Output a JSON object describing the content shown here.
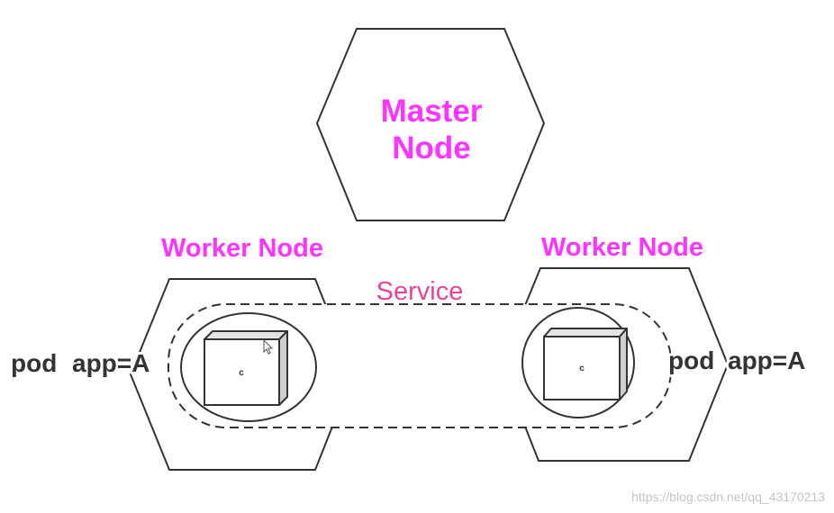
{
  "master_node": {
    "title_line1": "Master",
    "title_line2": "Node"
  },
  "worker_nodes": [
    {
      "label": "Worker Node",
      "pod_word": "pod",
      "selector": "app=A",
      "container": "c"
    },
    {
      "label": "Worker Node",
      "pod_word": "pod",
      "selector": "app=A",
      "container": "c"
    }
  ],
  "service": {
    "label": "Service"
  },
  "watermark": "https://blog.csdn.net/qq_43170213",
  "icons": {
    "cursor": "cursor-icon"
  },
  "colors": {
    "node_label": "#ff33ff",
    "service_label": "#e8449b",
    "outline": "#333333",
    "pod_text": "#333333",
    "watermark": "#c4c4c4"
  }
}
